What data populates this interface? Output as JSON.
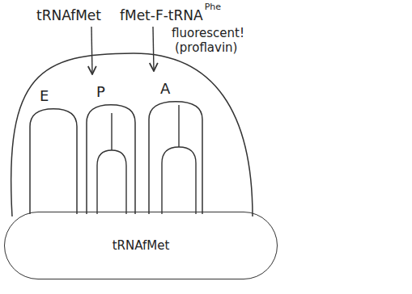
{
  "diagram": {
    "nodes": [
      {
        "text": [
          "E"
        ]
      },
      {
        "text": [
          "P"
        ]
      },
      {
        "text": [
          "A"
        ]
      },
      {
        "text": [
          "tRNAfMet"
        ]
      }
    ],
    "labels": [
      "tRNAfMet",
      "fMet-F-tRNA",
      "Phe",
      "fluorescent!",
      "(proflavin)"
    ]
  }
}
